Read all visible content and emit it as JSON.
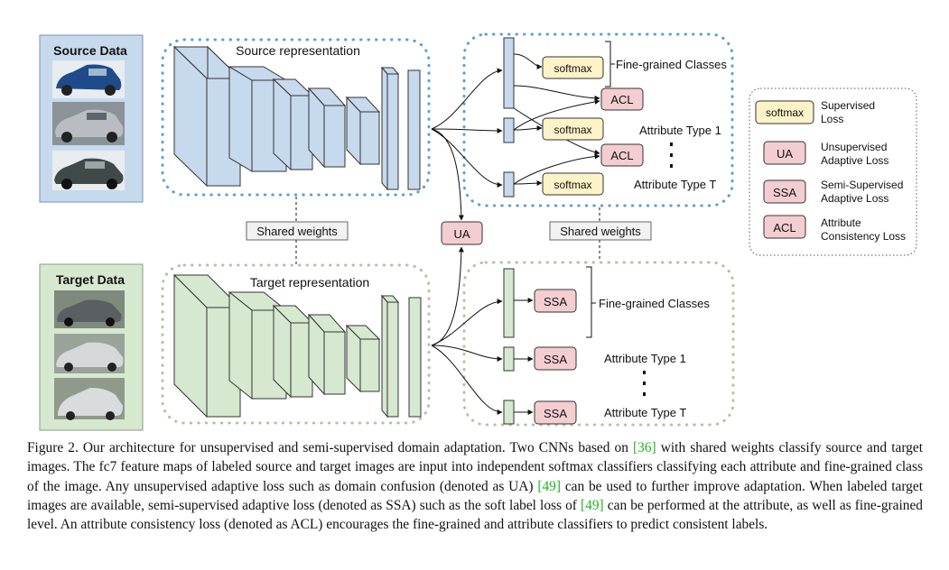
{
  "figure": {
    "source_data_label": "Source Data",
    "target_data_label": "Target Data",
    "source_rep_label": "Source representation",
    "target_rep_label": "Target representation",
    "shared_weights_label": "Shared weights",
    "ua_label": "UA",
    "softmax_label": "softmax",
    "acl_label": "ACL",
    "ssa_label": "SSA",
    "fine_grained_label": "Fine-grained Classes",
    "attr_type_1_label": "Attribute Type 1",
    "attr_type_t_label": "Attribute Type T",
    "colors": {
      "source_fill": "#c7d9ec",
      "target_fill": "#d6e8cf",
      "softmax_fill": "#fdf3c8",
      "loss_fill": "#f4cdd0",
      "source_dots": "#5aa0d8",
      "target_dots": "#a9b89a"
    }
  },
  "legend": {
    "items": [
      {
        "badge": "softmax",
        "text1": "Supervised",
        "text2": "Loss"
      },
      {
        "badge": "UA",
        "text1": "Unsupervised",
        "text2": "Adaptive Loss"
      },
      {
        "badge": "SSA",
        "text1": "Semi-Supervised",
        "text2": "Adaptive Loss"
      },
      {
        "badge": "ACL",
        "text1": "Attribute",
        "text2": "Consistency Loss"
      }
    ]
  },
  "caption": {
    "p1": "Figure 2.   Our architecture for unsupervised and semi-supervised domain adaptation.  Two CNNs based on  ",
    "ref1": "[36]",
    "p2": " with shared weights classify source and target images. The fc7 feature maps of labeled source and target images are input into independent softmax classifiers classifying each attribute and fine-grained class of the image.  Any unsupervised adaptive loss such as domain confusion (denoted as UA) ",
    "ref2": "[49]",
    "p3": " can be used to further improve adaptation.  When labeled target images are available, semi-supervised adaptive loss (denoted as SSA) such as the soft label loss of ",
    "ref3": "[49]",
    "p4": " can be performed at the attribute, as well as fine-grained level.  An attribute consistency loss (denoted as ACL) encourages the fine-grained and attribute classifiers to predict consistent labels."
  }
}
